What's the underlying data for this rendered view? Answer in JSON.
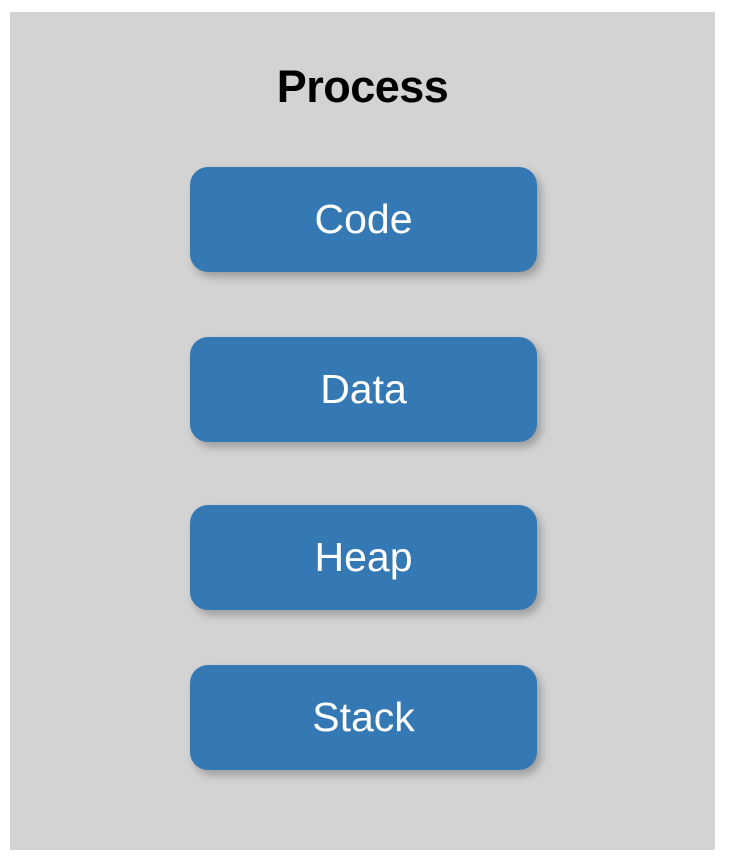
{
  "diagram": {
    "title": "Process",
    "type": "block-stack",
    "background_color": "#d3d3d3",
    "page_color": "#ffffff",
    "accent_color": "#3479b4",
    "label_color": "#ffffff",
    "title_color": "#000000",
    "segments": [
      {
        "label": "Code",
        "name": "code-segment"
      },
      {
        "label": "Data",
        "name": "data-segment"
      },
      {
        "label": "Heap",
        "name": "heap-segment"
      },
      {
        "label": "Stack",
        "name": "stack-segment"
      }
    ]
  }
}
